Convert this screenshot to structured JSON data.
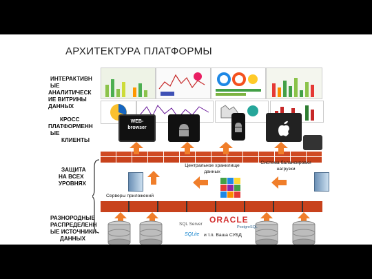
{
  "title": "АРХИТЕКТУРА ПЛАТФОРМЫ",
  "layers": {
    "interactive": [
      "ИНТЕРАКТИВН",
      "ЫЕ",
      "АНАЛИТИЧЕСК",
      "ИЕ ВИТРИНЫ",
      "ДАННЫХ"
    ],
    "clients": [
      "КРОСС",
      "ПЛАТФОРМЕНН",
      "ЫЕ",
      "КЛИЕНТЫ"
    ],
    "security": [
      "ЗАЩИТА",
      "НА ВСЕХ",
      "УРОВНЯХ"
    ],
    "sources": [
      "РАЗНОРОДНЫЕ",
      "РАСПРЕДЕЛЕНН",
      "ЫЕ ИСТОЧНИКИ",
      "ДАННЫХ"
    ]
  },
  "devices": {
    "web_line1": "WEB-",
    "web_line2": "browser"
  },
  "middle": {
    "storage": [
      "Центральное хранилище",
      "данных"
    ],
    "balancer": [
      "Система балансировки",
      "нагрузки"
    ],
    "servers": "Серверы приложений"
  },
  "db_logos": {
    "sqlserver": "SQL Server",
    "oracle": "ORACLE",
    "postgres": "PostgreSQL",
    "sqlite": "SQLite",
    "your_dbms": "и т.п. Ваша СУБД"
  },
  "colors": {
    "arrow": "#f07e2a",
    "brick": "#d04a23"
  }
}
